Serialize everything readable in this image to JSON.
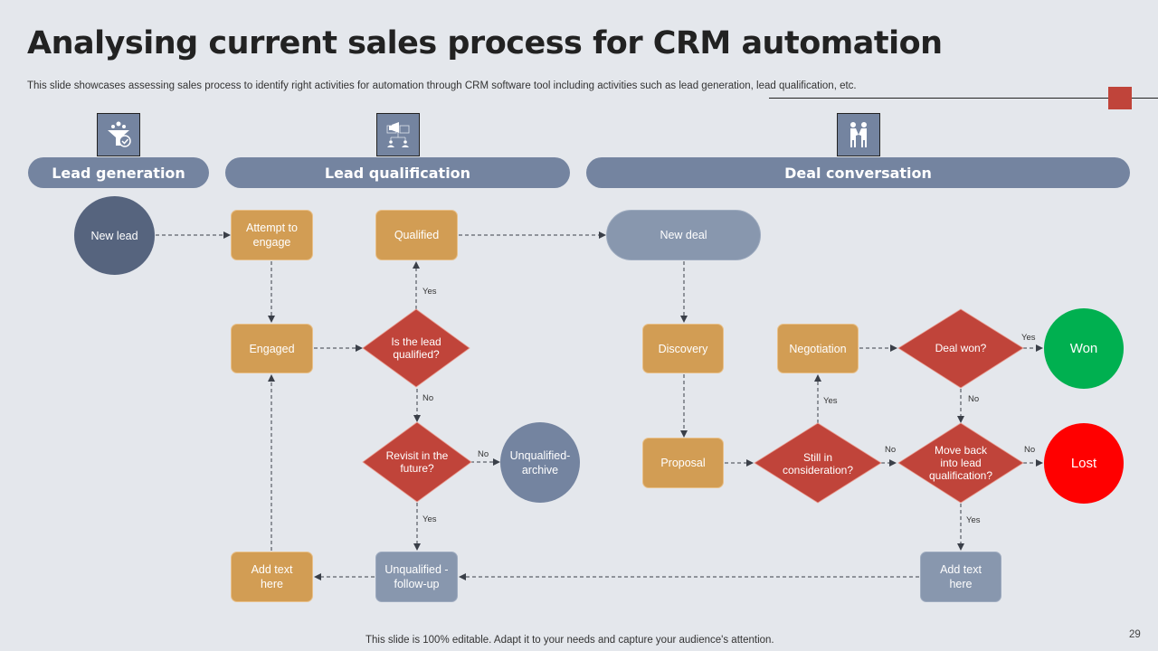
{
  "slide": {
    "title": "Analysing current sales process for CRM automation",
    "subtitle": "This slide showcases assessing sales process to identify right activities for automation through CRM software tool including activities such as lead generation, lead qualification, etc.",
    "footer": "This slide is 100% editable. Adapt it to your needs and capture your audience's attention.",
    "page_number": "29"
  },
  "colors": {
    "background": "#E4E7EC",
    "phase": "#7484A0",
    "process": "#D29D54",
    "decision": "#C0443A",
    "neutral": "#8897AE",
    "start": "#56647E",
    "archive": "#7484A0",
    "won": "#00B050",
    "lost": "#FF0000",
    "accent": "#C0443A"
  },
  "phases": [
    {
      "label": "Lead generation",
      "icon": "funnel-check-icon"
    },
    {
      "label": "Lead qualification",
      "icon": "megaphone-team-icon"
    },
    {
      "label": "Deal conversation",
      "icon": "handshake-icon"
    }
  ],
  "nodes": {
    "new_lead": "New lead",
    "attempt_to_engage": "Attempt to engage",
    "qualified": "Qualified",
    "engaged": "Engaged",
    "is_lead_qualified": "Is the lead qualified?",
    "revisit_future": "Revisit in the future?",
    "unqualified_archive": "Unqualified-archive",
    "add_text_left": "Add text here",
    "unqualified_follow_up": "Unqualified -follow-up",
    "new_deal": "New deal",
    "discovery": "Discovery",
    "negotiation": "Negotiation",
    "deal_won": "Deal won?",
    "won": "Won",
    "proposal": "Proposal",
    "still_in_consideration": "Still in consideration?",
    "move_back": "Move back into lead qualification?",
    "lost": "Lost",
    "add_text_right": "Add text here"
  },
  "edge_labels": {
    "qualified_yes": "Yes",
    "qualified_no": "No",
    "revisit_no": "No",
    "revisit_yes": "Yes",
    "consideration_yes": "Yes",
    "consideration_no": "No",
    "won_yes": "Yes",
    "won_no": "No",
    "move_back_no": "No",
    "move_back_yes": "Yes"
  }
}
